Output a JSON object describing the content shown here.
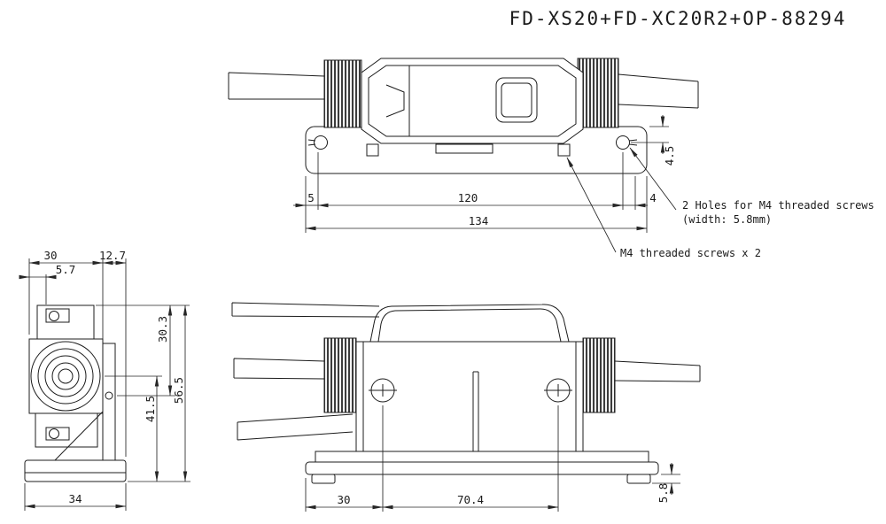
{
  "title": "FD-XS20+FD-XC20R2+OP-88294",
  "top_view": {
    "dim_4_5": "4.5",
    "dim_5": "5",
    "dim_120": "120",
    "dim_4": "4",
    "dim_134": "134",
    "note_holes_line1": "2 Holes for M4 threaded screws",
    "note_holes_line2": "(width: 5.8mm)",
    "note_screws": "M4 threaded screws x 2"
  },
  "side_view": {
    "dim_30": "30",
    "dim_12_7": "12.7",
    "dim_5_7": "5.7",
    "dim_30_3": "30.3",
    "dim_56_5": "56.5",
    "dim_41_5": "41.5",
    "dim_34": "34"
  },
  "front_view": {
    "dim_30": "30",
    "dim_70_4": "70.4",
    "dim_5_8": "5.8"
  },
  "colors": {
    "line": "#1c1c1c",
    "background": "#ffffff"
  }
}
